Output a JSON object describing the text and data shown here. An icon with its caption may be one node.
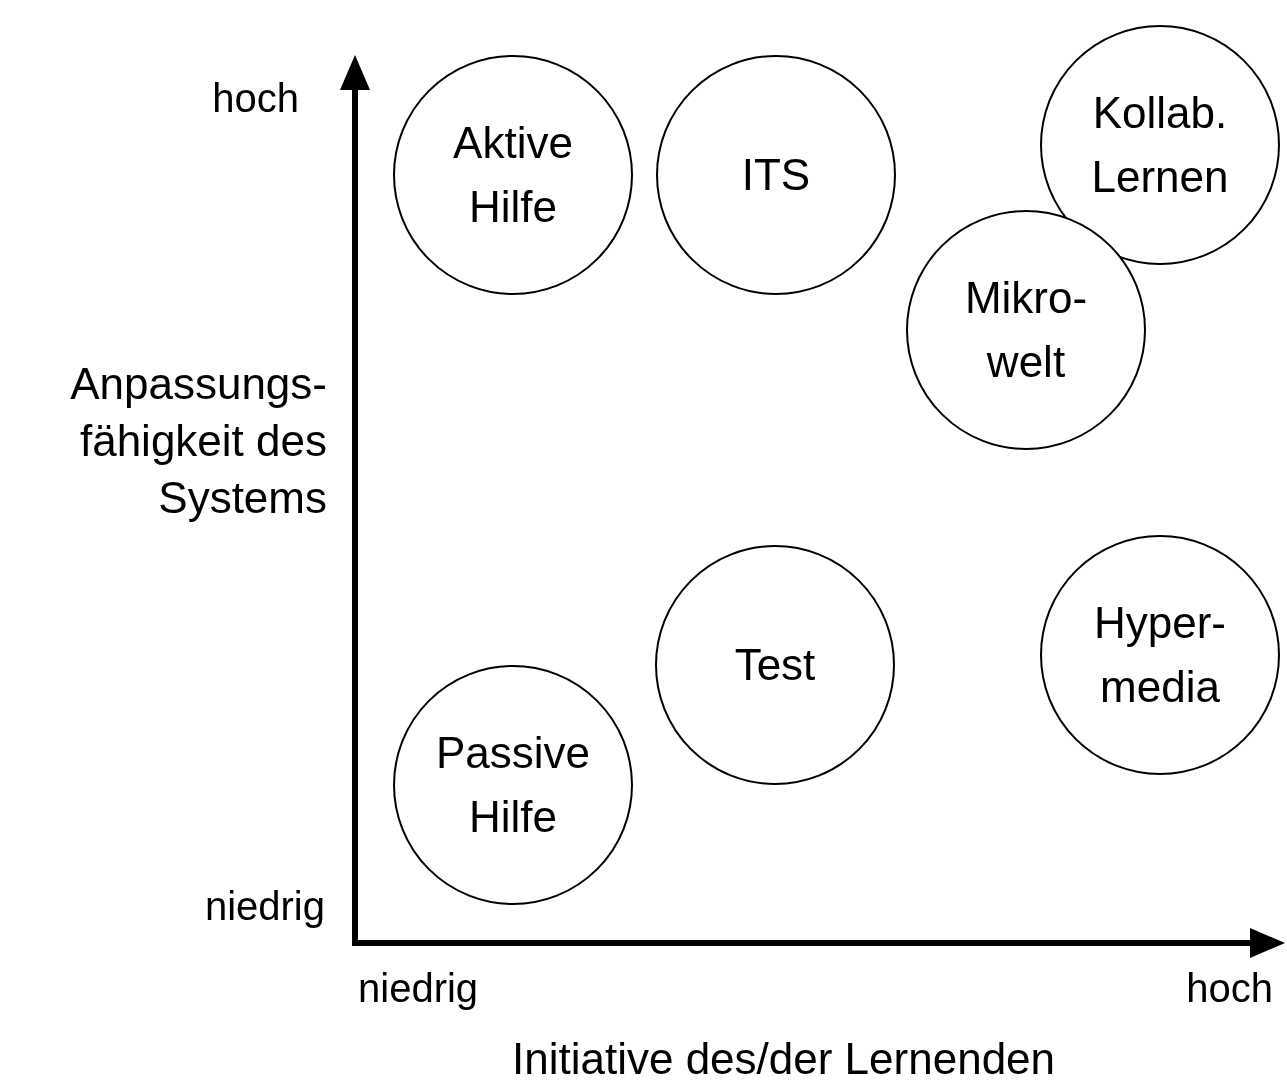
{
  "diagram": {
    "nodes": [
      {
        "text": [
          "Kollab. Lernen"
        ]
      },
      {
        "text": [
          "Aktive Hilfe"
        ]
      },
      {
        "text": [
          "ITS"
        ]
      },
      {
        "text": [
          "Mikro- welt"
        ]
      },
      {
        "text": [
          "Hyper- media"
        ]
      },
      {
        "text": [
          "Test"
        ]
      },
      {
        "text": [
          "Passive Hilfe"
        ]
      }
    ],
    "edges": [],
    "labels": [
      "hoch",
      "Anpassungs- fähigkeit des Systems",
      "niedrig",
      "niedrig",
      "hoch",
      "Initiative des/der Lernenden"
    ]
  }
}
